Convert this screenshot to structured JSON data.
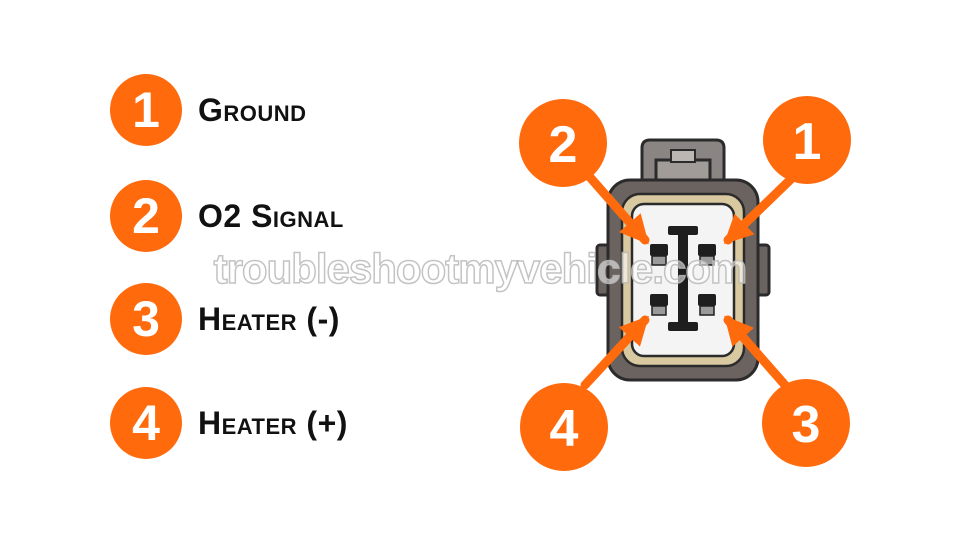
{
  "legend": [
    {
      "number": "1",
      "label": "Ground"
    },
    {
      "number": "2",
      "label": "O2 Signal"
    },
    {
      "number": "3",
      "label": "Heater (-)"
    },
    {
      "number": "4",
      "label": "Heater (+)"
    }
  ],
  "callouts": {
    "c1": "1",
    "c2": "2",
    "c3": "3",
    "c4": "4"
  },
  "watermark": "troubleshootmyvehicle.com",
  "colors": {
    "accent": "#ff6a0d",
    "connector_body": "#6b6360",
    "seal": "#d9c9a0",
    "text": "#111111"
  }
}
